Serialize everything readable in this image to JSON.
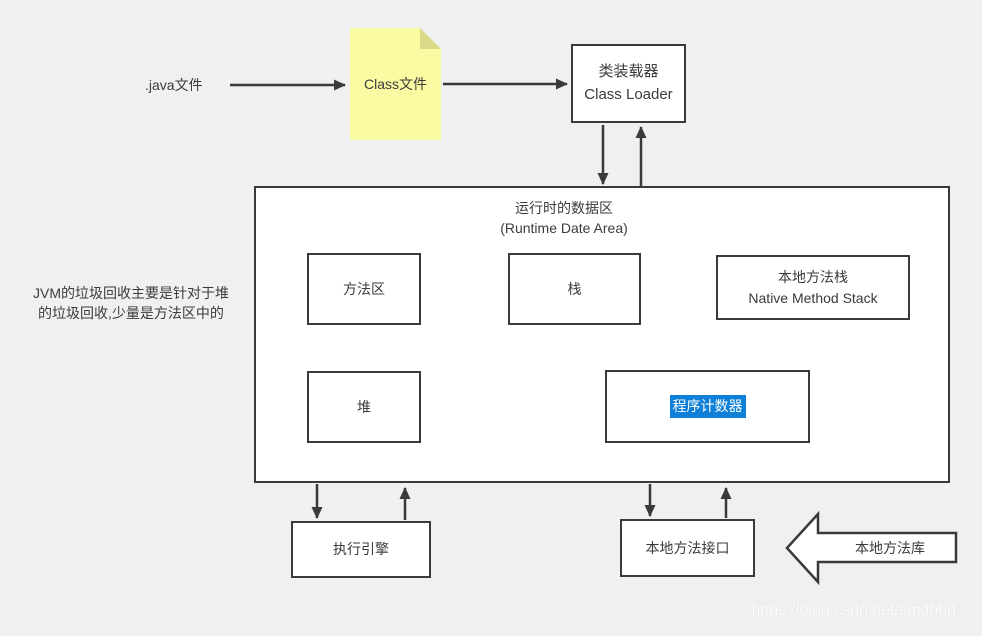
{
  "diagram": {
    "source_label": ".java文件",
    "class_file_note": "Class文件",
    "class_loader": {
      "line1": "类装载器",
      "line2": "Class Loader"
    },
    "runtime_area": {
      "line1": "运行时的数据区",
      "line2": "(Runtime Date Area)"
    },
    "method_area": "方法区",
    "stack": "栈",
    "native_method_stack": {
      "line1": "本地方法栈",
      "line2": "Native Method Stack"
    },
    "heap": "堆",
    "program_counter": "程序计数器",
    "gc_note": {
      "line1": "JVM的垃圾回收主要是针对于堆",
      "line2": "的垃圾回收,少量是方法区中的"
    },
    "execution_engine": "执行引擎",
    "native_method_interface": "本地方法接口",
    "native_method_library": "本地方法库",
    "watermark": "https://blog.csdn.net/smdbhd"
  },
  "colors": {
    "background": "#f0f0f0",
    "box_border": "#3a3a3a",
    "box_fill": "#ffffff",
    "note_fill": "#fafaa2",
    "note_fold": "#d9d98a",
    "selection_bg": "#0f80d8",
    "selection_text": "#ffffff",
    "text_color": "#3b3b3b"
  }
}
